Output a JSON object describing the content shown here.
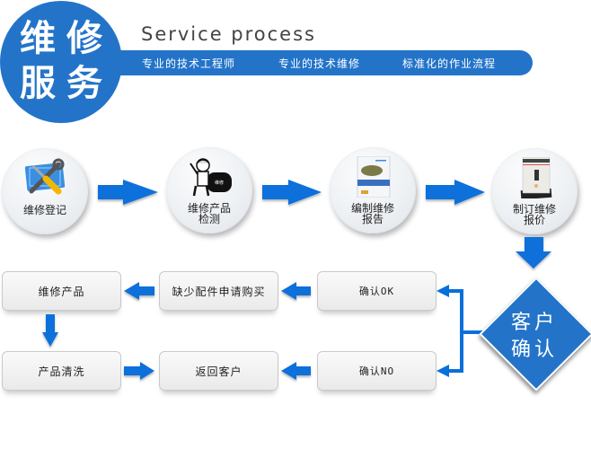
{
  "header": {
    "logo_chars": [
      "维",
      "修",
      "服",
      "务"
    ],
    "title": "Service process",
    "banner_items": [
      "专业的技术工程师",
      "专业的技术维修",
      "标准化的作业流程"
    ],
    "accent_color": "#2374c9"
  },
  "steps": [
    {
      "label_line1": "维修登记",
      "label_line2": "",
      "icon": "tools-icon"
    },
    {
      "label_line1": "维修产品",
      "label_line2": "检测",
      "icon": "mechanic-icon"
    },
    {
      "label_line1": "编制维修",
      "label_line2": "报告",
      "icon": "report-book-icon"
    },
    {
      "label_line1": "制订维修",
      "label_line2": "报价",
      "icon": "quotation-sheet-icon"
    }
  ],
  "decision": {
    "line1": "客户",
    "line2": "确认"
  },
  "boxes": {
    "repair_product": "维修产品",
    "purchase_parts": "缺少配件申请购买",
    "confirm_ok": "确认OK",
    "clean_product": "产品清洗",
    "return_customer": "返回客户",
    "confirm_no": "确认NO"
  },
  "colors": {
    "arrow": "#0a6fdb",
    "box_border": "#c9c9c9"
  }
}
